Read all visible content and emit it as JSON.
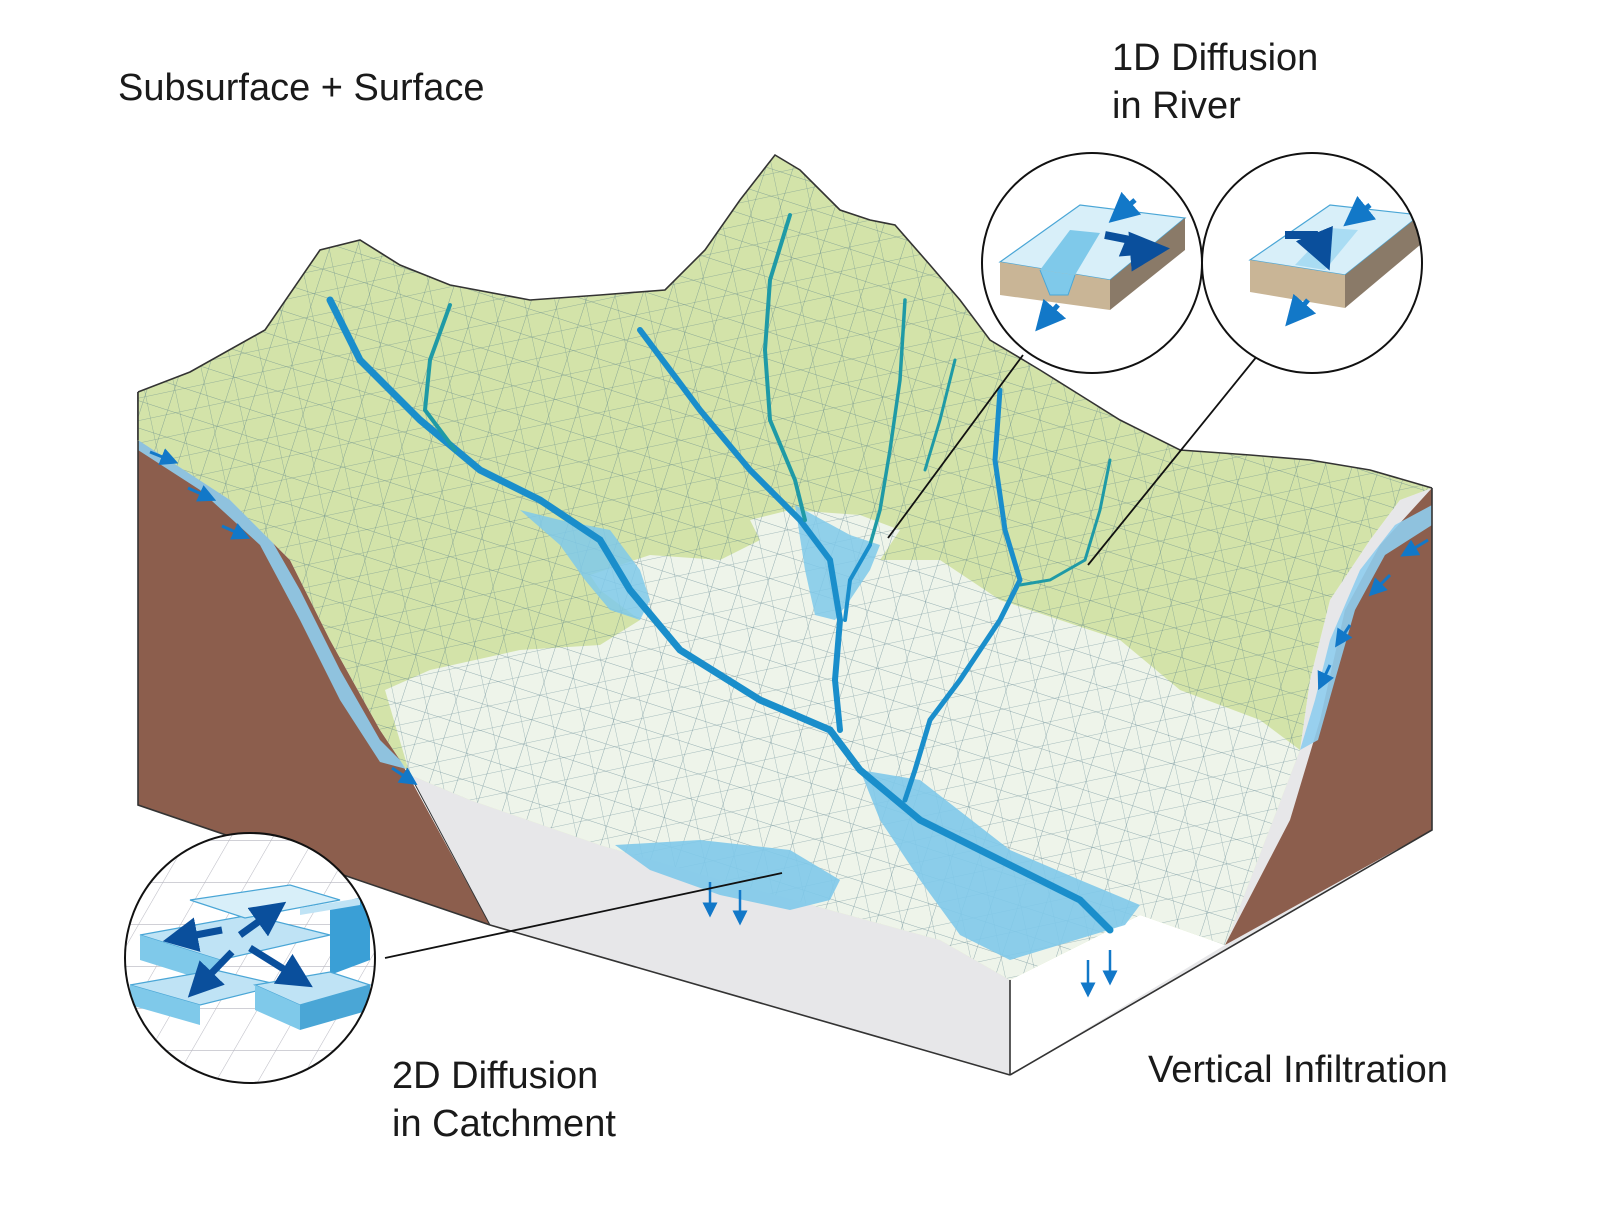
{
  "labels": {
    "main_title": "Subsurface + Surface",
    "river_diffusion": [
      "1D Diffusion",
      "in River"
    ],
    "catchment_diffusion": [
      "2D Diffusion",
      "in Catchment"
    ],
    "vertical_infiltration": "Vertical Infiltration"
  },
  "colors": {
    "terrain_green": "#d3e3a9",
    "floodplain": "#eef4ea",
    "river_teal": "#1f9aa6",
    "river_blue": "#1a8ecb",
    "water_light": "#7fc9ea",
    "soil_brown": "#8c5e4d",
    "block_side": "#e7e7e9",
    "arrow_blue": "#1278c8",
    "arrow_dark": "#0a4f9c",
    "grid_line": "#4e7785"
  },
  "icons": [
    "flow-arrow-icon",
    "infiltration-arrow-icon"
  ]
}
